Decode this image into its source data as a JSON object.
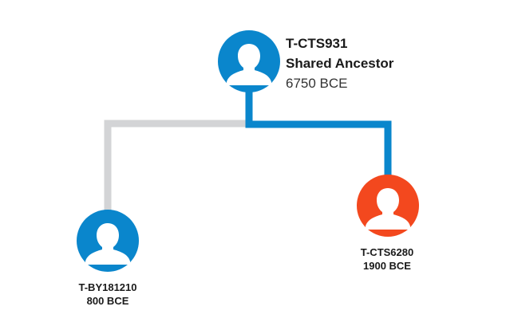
{
  "colors": {
    "primary": "#0a86cc",
    "accent": "#f3481e",
    "inactive_line": "#d3d4d6",
    "silhouette": "#ffffff"
  },
  "ancestor": {
    "name": "T-CTS931",
    "role": "Shared Ancestor",
    "date": "6750 BCE",
    "icon": "person-icon"
  },
  "left_descendant": {
    "name": "T-BY181210",
    "date": "800 BCE",
    "icon": "person-icon"
  },
  "right_descendant": {
    "name": "T-CTS6280",
    "date": "1900 BCE",
    "icon": "person-icon"
  }
}
